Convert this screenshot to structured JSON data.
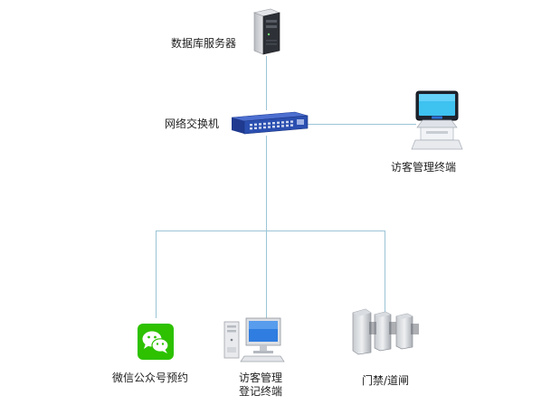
{
  "nodes": {
    "db_server": {
      "label": "数据库服务器",
      "icon": "server-icon"
    },
    "switch": {
      "label": "网络交换机",
      "icon": "network-switch-icon"
    },
    "kiosk": {
      "label": "访客管理终端",
      "icon": "kiosk-terminal-icon"
    },
    "wechat": {
      "label": "微信公众号预约",
      "icon": "wechat-icon"
    },
    "registration": {
      "label_line1": "访客管理",
      "label_line2": "登记终端",
      "icon": "desktop-computer-icon"
    },
    "gate": {
      "label": "门禁/道闸",
      "icon": "turnstile-gate-icon"
    }
  },
  "colors": {
    "line": "#9cc5d6",
    "wechat": "#2dc100",
    "switch": "#2b4fb0"
  }
}
